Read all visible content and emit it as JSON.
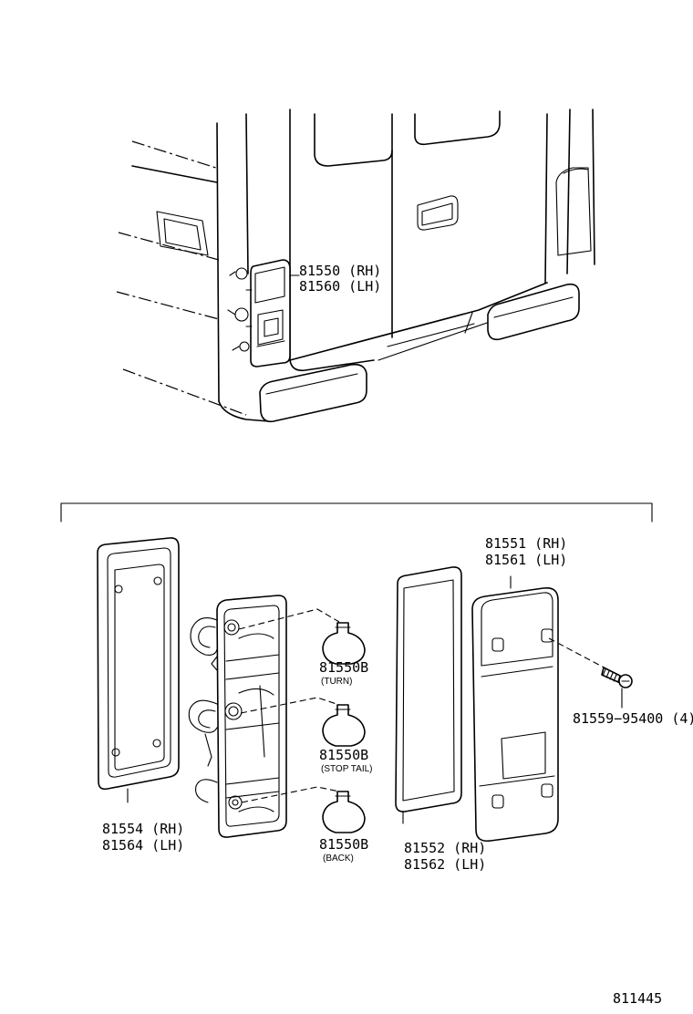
{
  "labels": {
    "assembly_rh": "81550 (RH)",
    "assembly_lh": "81560 (LH)",
    "lens_rh": "81551 (RH)",
    "lens_lh": "81561 (LH)",
    "bulb_turn_part": "81550B",
    "bulb_turn_note": "(TURN)",
    "bulb_stop_part": "81550B",
    "bulb_stop_note": "(STOP TAIL)",
    "bulb_back_part": "81550B",
    "bulb_back_note": "(BACK)",
    "screw": "81559−95400 (4)",
    "gasket_outer_rh": "81554 (RH)",
    "gasket_outer_lh": "81564 (LH)",
    "gasket_lens_rh": "81552 (RH)",
    "gasket_lens_lh": "81562 (LH)",
    "diagram_number": "811445"
  }
}
